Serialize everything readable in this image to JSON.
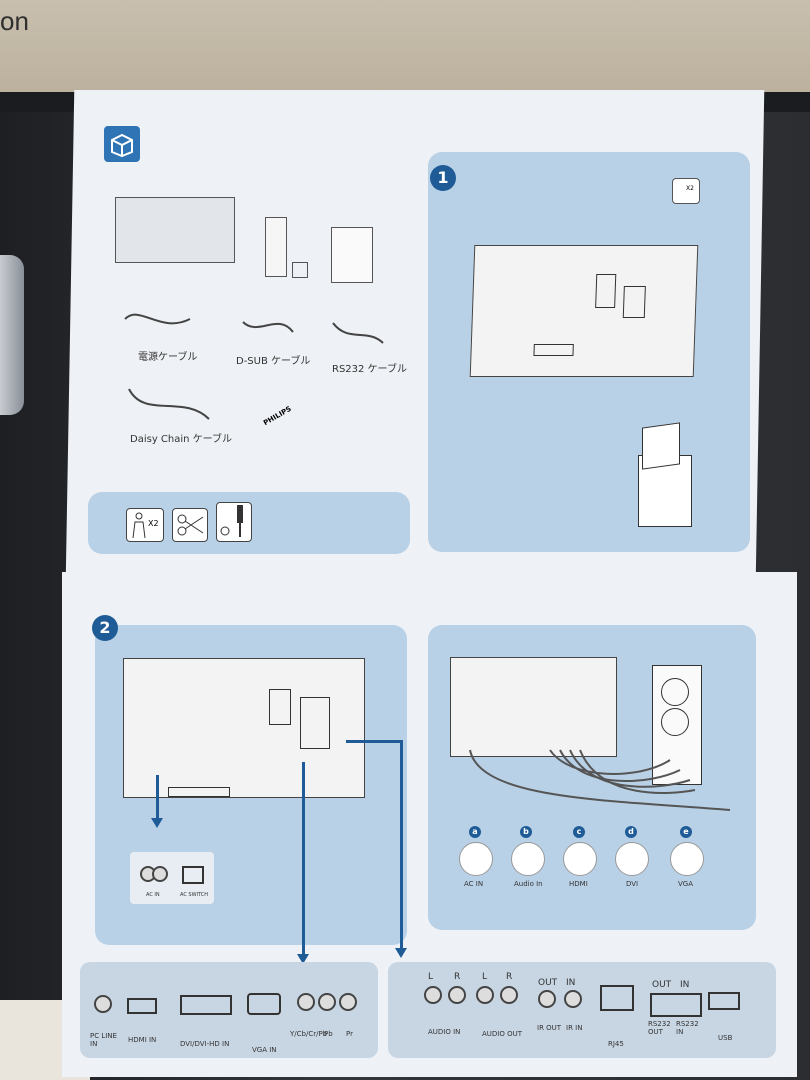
{
  "box": {
    "brand_fragment": "on"
  },
  "step1": {
    "number": "1",
    "people_count": "X2"
  },
  "step2": {
    "number": "2"
  },
  "accessories": [
    {
      "label": "電源ケーブル"
    },
    {
      "label": "D-SUB ケーブル"
    },
    {
      "label": "RS232 ケーブル"
    },
    {
      "label": "Daisy Chain ケーブル"
    }
  ],
  "tools": {
    "people_count": "X2"
  },
  "brand_print": "PHILIPS",
  "power": {
    "ac_in": "AC IN",
    "ac_switch": "AC SWITCH"
  },
  "connectors": [
    {
      "letter": "a",
      "label": "AC IN"
    },
    {
      "letter": "b",
      "label": "Audio In"
    },
    {
      "letter": "c",
      "label": "HDMI"
    },
    {
      "letter": "d",
      "label": "DVI"
    },
    {
      "letter": "e",
      "label": "VGA"
    }
  ],
  "connector_strip": [
    {
      "label": "PC LINE IN"
    },
    {
      "label": "HDMI IN"
    },
    {
      "label": "DVI/DVI-HD IN"
    },
    {
      "label": "VGA IN"
    },
    {
      "label": "Y/Cb/Cr/Pb"
    },
    {
      "label": "Pb"
    },
    {
      "label": "Pr"
    }
  ],
  "right_strip": {
    "l1": "L",
    "r1": "R",
    "l2": "L",
    "r2": "R",
    "out1": "OUT",
    "in1": "IN",
    "out2": "OUT",
    "in2": "IN",
    "audio_in": "AUDIO IN",
    "audio_out": "AUDIO OUT",
    "ir_out": "IR OUT",
    "ir_in": "IR IN",
    "rj45": "RJ45",
    "rs232_out": "RS232 OUT",
    "rs232_in": "RS232 IN",
    "usb": "USB"
  }
}
